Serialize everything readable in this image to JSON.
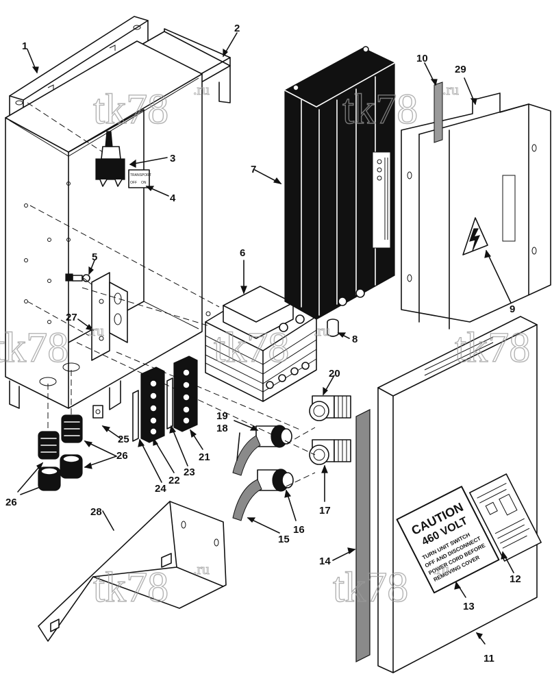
{
  "watermark": {
    "main": "tk78",
    "suffix": ".ru"
  },
  "callouts": {
    "c1": "1",
    "c2": "2",
    "c3": "3",
    "c4": "4",
    "c5": "5",
    "c6": "6",
    "c7": "7",
    "c8": "8",
    "c9": "9",
    "c10": "10",
    "c11": "11",
    "c12": "12",
    "c13": "13",
    "c14": "14",
    "c15": "15",
    "c16": "16",
    "c17": "17",
    "c18": "18",
    "c19": "19",
    "c20": "20",
    "c21": "21",
    "c22": "22",
    "c23": "23",
    "c24": "24",
    "c25": "25",
    "c26a": "26",
    "c26b": "26",
    "c27": "27",
    "c28": "28",
    "c29": "29"
  },
  "caution_label": {
    "title": "CAUTION",
    "voltage": "460 VOLT",
    "line1": "TURN UNIT SWITCH",
    "line2": "OFF AND DISCONNECT",
    "line3": "POWER CORD BEFORE",
    "line4": "REMOVING COVER"
  },
  "switch_label": {
    "title": "TRANSPORT",
    "left": "OFF",
    "right": "ON"
  }
}
